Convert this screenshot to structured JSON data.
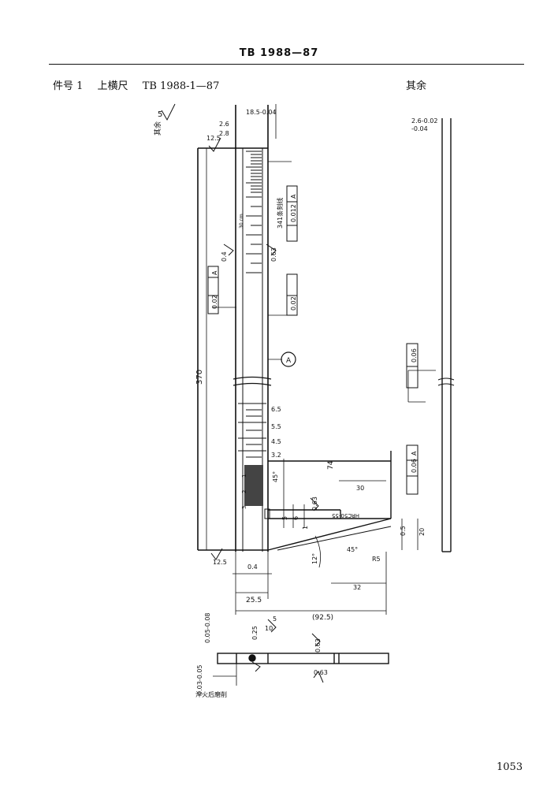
{
  "header": {
    "standard_number": "TB 1988—87"
  },
  "title_line": {
    "part_no": "件号 1",
    "part_name": "上横尺",
    "part_standard": "TB 1988-1—87",
    "surface_note": "其余"
  },
  "drawing": {
    "surface_roughness": {
      "rest_value": "5",
      "rest_label": "其余",
      "r_125_top": "12.5",
      "r_125_bottom": "12.5",
      "r_04": "0.4",
      "r_063": "0.63",
      "r_063_b": "0.63",
      "r_063_c": "0.63",
      "r_063_d": "0.63",
      "r_025": "0.25",
      "r_10": "10"
    },
    "dimensions": {
      "length": "370",
      "width_total": "(92.5)",
      "width_25_5": "25.5",
      "offset_04": "0.4",
      "d_74": "74",
      "d_30": "30",
      "d_20": "20",
      "d_05": "0.5",
      "d_5": "5",
      "d_6": "6",
      "d_1": "1",
      "d_32": "32",
      "d_6_5": "6.5",
      "d_5_5": "5.5",
      "d_4_5": "4.5",
      "d_3_2": "3.2",
      "d_top": "18.5-0.04",
      "d_top2": "2.6",
      "d_28": "2.8",
      "d_side": "2.6-0.02",
      "d_side2": "-0.04",
      "thick_a": "0.05-0.08",
      "thick_b": "0.03-0.05",
      "s_5": "5",
      "s_45deg": "45°",
      "angle_12": "12°",
      "angle_45": "45°",
      "r5": "R5"
    },
    "tolerances": {
      "parallel": "0.02",
      "parallel_datum": "A",
      "straight": "0.02",
      "perp_top": "0.012",
      "perp_top_datum": "A",
      "perp_right": "0.06",
      "perp_right_datum": "A",
      "flat": "0.06",
      "datum": "A"
    },
    "notes": {
      "scale_text": "341条刻线",
      "scale_label": "30 cm",
      "hardness": "HRC50-55",
      "bottom_note": "淬火后磨削",
      "scale_marks": [
        "1",
        "2",
        "3"
      ]
    }
  },
  "footer": {
    "page_number": "1053"
  }
}
